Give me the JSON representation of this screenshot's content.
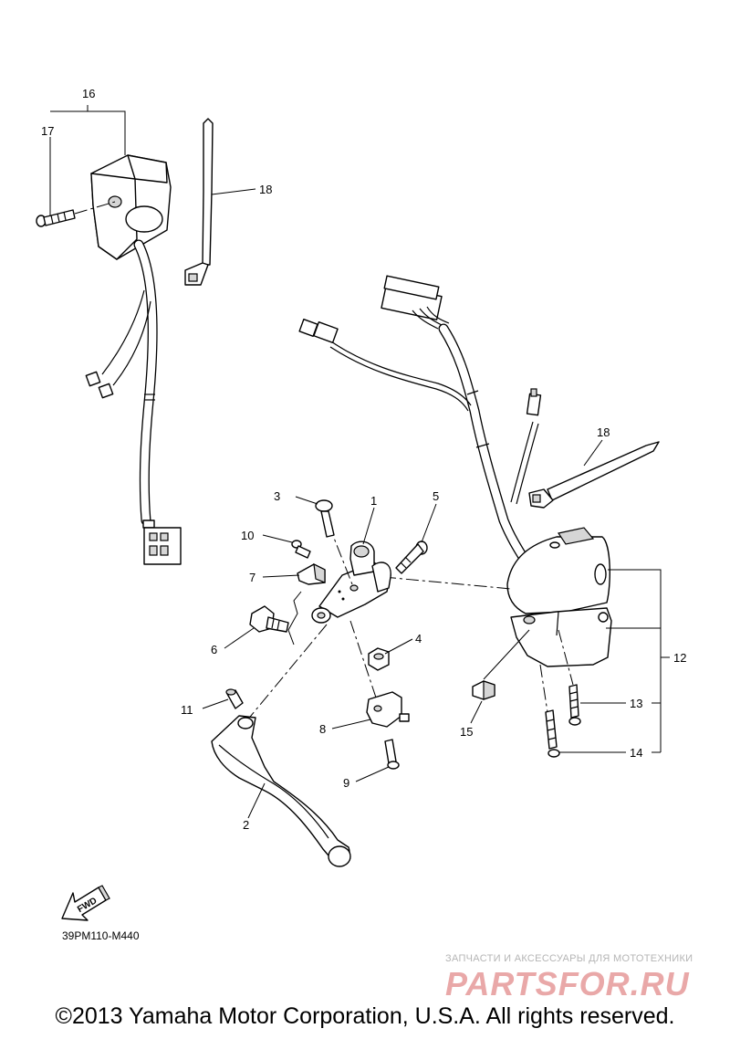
{
  "diagram": {
    "callouts": [
      {
        "id": "1",
        "label": "1"
      },
      {
        "id": "2",
        "label": "2"
      },
      {
        "id": "3",
        "label": "3"
      },
      {
        "id": "4",
        "label": "4"
      },
      {
        "id": "5",
        "label": "5"
      },
      {
        "id": "6",
        "label": "6"
      },
      {
        "id": "7",
        "label": "7"
      },
      {
        "id": "8",
        "label": "8"
      },
      {
        "id": "9",
        "label": "9"
      },
      {
        "id": "10",
        "label": "10"
      },
      {
        "id": "11",
        "label": "11"
      },
      {
        "id": "12",
        "label": "12"
      },
      {
        "id": "13",
        "label": "13"
      },
      {
        "id": "14",
        "label": "14"
      },
      {
        "id": "15",
        "label": "15"
      },
      {
        "id": "16",
        "label": "16"
      },
      {
        "id": "17",
        "label": "17"
      },
      {
        "id": "18a",
        "label": "18"
      },
      {
        "id": "18b",
        "label": "18"
      }
    ],
    "fwd_label": "FWD",
    "diagram_code": "39PM110-M440"
  },
  "watermark": {
    "subtitle": "ЗАПЧАСТИ И АКСЕССУАРЫ ДЛЯ МОТОТЕХНИКИ",
    "logo": "PARTSFOR.RU",
    "logo_color": "#e9a8a8"
  },
  "footer": {
    "copyright": "©2013 Yamaha Motor Corporation, U.S.A. All rights reserved."
  }
}
